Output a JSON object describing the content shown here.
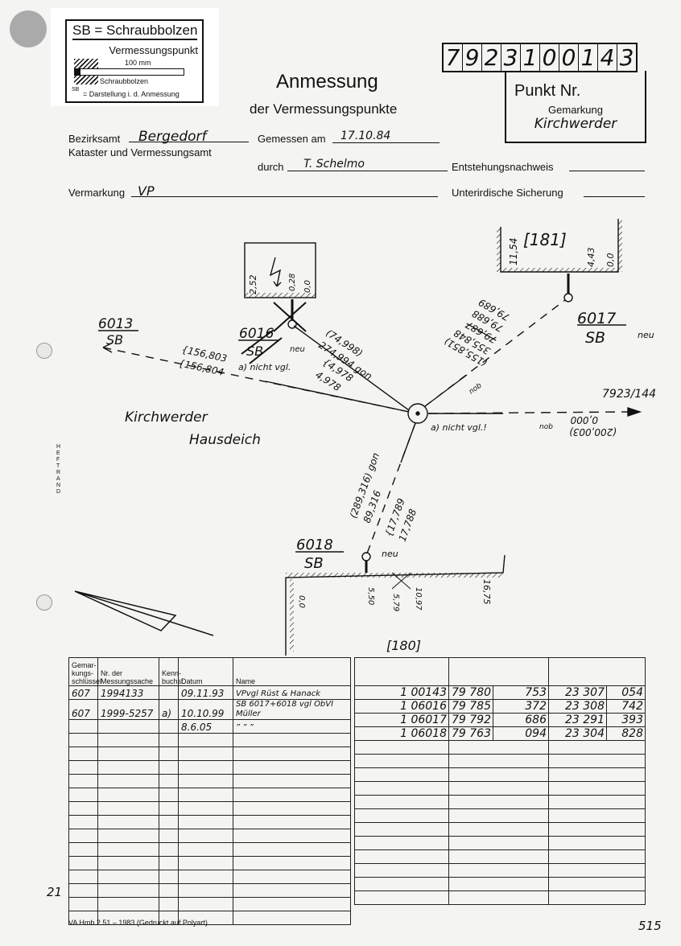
{
  "legend": {
    "title": "SB = Schraubbolzen",
    "vp_label": "Vermessungspunkt",
    "length": "100 mm",
    "bolt_label": "Schraubbolzen",
    "symbol_label": "SB",
    "repr_label": "= Darstellung i. d. Anmessung"
  },
  "header": {
    "title": "Anmessung",
    "subtitle": "der Vermessungspunkte",
    "point_digits": [
      "7",
      "9",
      "2",
      "3",
      "1",
      "0",
      "0",
      "1",
      "4",
      "3"
    ],
    "punkt_label": "Punkt Nr.",
    "gemarkung_label": "Gemarkung",
    "gemarkung_value": "Kirchwerder"
  },
  "form": {
    "bezirksamt_label": "Bezirksamt",
    "bezirksamt_value": "Bergedorf",
    "kataster_label": "Kataster und Vermessungsamt",
    "gemessen_label": "Gemessen am",
    "gemessen_value": "17.10.84",
    "durch_label": "durch",
    "durch_value": "T. Schelmo",
    "entstehung_label": "Entstehungsnachweis",
    "vermarkung_label": "Vermarkung",
    "vermarkung_value": "VP",
    "sicherung_label": "Unterirdische Sicherung"
  },
  "margin": {
    "heftrand": "HEFTRAND",
    "page_note": "21",
    "page_number": "515"
  },
  "sketch": {
    "building_181": "[181]",
    "building_180": "[180]",
    "b181_dims": [
      "11,54",
      "4,43",
      "0,0"
    ],
    "house_dims": [
      "2,52",
      "0,28",
      "0,0"
    ],
    "b180_dims": [
      "0,0",
      "5,50",
      "5,79",
      "10,97",
      "16,75"
    ],
    "p6013": {
      "num": "6013",
      "type": "SB"
    },
    "p6016": {
      "num": "6016",
      "type": "SB"
    },
    "p6017": {
      "num": "6017",
      "type": "SB",
      "note": "neu"
    },
    "p6018": {
      "num": "6018",
      "type": "SB",
      "note": "neu"
    },
    "target_7923": "7923/144",
    "street_1": "Kirchwerder",
    "street_2": "Hausdeich",
    "to_6013": [
      "{156,803",
      "{156,804"
    ],
    "to_6016_dir": [
      "(74,998)",
      "274,994 gon"
    ],
    "to_6016_dist": [
      "{4,978",
      "4,978"
    ],
    "neu_6016": "neu",
    "nicht_vgl_6016": "a) nicht vgl.",
    "to_6017_dist": [
      "79,689",
      "79,688",
      "79,687"
    ],
    "to_6017_dir": [
      "355,848",
      "(155,851)"
    ],
    "nob_1": "nob",
    "to_7923_dir": [
      "0,000",
      "(200,003)"
    ],
    "nob_2": "nob",
    "nicht_vgl_center": "a) nicht vgl.!",
    "to_6018_dir": [
      "(289,316) gon",
      "89,316"
    ],
    "to_6018_dist": [
      "{17,789",
      "17,788"
    ]
  },
  "table_left": {
    "headers": [
      "Gemar-kungs-schlüssel",
      "Nr. der Messungssache",
      "Kenn-buchst.",
      "Datum",
      "Name"
    ],
    "rows": [
      [
        "607",
        "1994133",
        "",
        "09.11.93",
        "VPvgl Rüst & Hanack"
      ],
      [
        "607",
        "1999-5257",
        "a)",
        "10.10.99",
        "SB 6017+6018 vgl ÖbVI Müller"
      ],
      [
        "",
        "",
        "",
        "8.6.05",
        "”      ”      ”"
      ]
    ],
    "empty_rows": 14
  },
  "table_right": {
    "rows": [
      [
        "1 00143",
        "79 780",
        "753",
        "23 307",
        "054"
      ],
      [
        "1 06016",
        "79 785",
        "372",
        "23 308",
        "742"
      ],
      [
        "1 06017",
        "79 792",
        "686",
        "23 291",
        "393"
      ],
      [
        "1 06018",
        "79 763",
        "094",
        "23 304",
        "828"
      ]
    ],
    "empty_rows": 12
  },
  "footer": {
    "print_note": "VA Hmb 2.51 – 1983 (Gedruckt auf Polyart)"
  }
}
